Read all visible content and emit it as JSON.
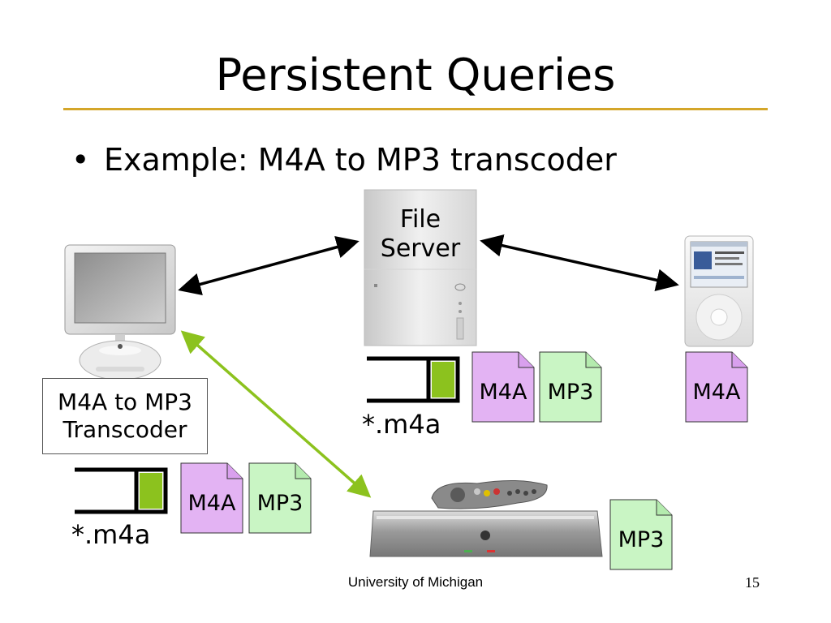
{
  "slide": {
    "title": "Persistent Queries",
    "bullet_symbol": "•",
    "bullet_text": "Example: M4A to MP3 transcoder",
    "footer": "University of Michigan",
    "page_number": "15",
    "accent_color": "#d4a62a"
  },
  "diagram": {
    "file_server_label_line1": "File",
    "file_server_label_line2": "Server",
    "transcoder_label_line1": "M4A to MP3",
    "transcoder_label_line2": "Transcoder",
    "query_filter_server": "*.m4a",
    "query_filter_client": "*.m4a",
    "server_docs": [
      {
        "label": "M4A",
        "color": "#e3b3f3"
      },
      {
        "label": "MP3",
        "color": "#c9f5c4"
      }
    ],
    "client_docs": [
      {
        "label": "M4A",
        "color": "#e3b3f3"
      },
      {
        "label": "MP3",
        "color": "#c9f5c4"
      }
    ],
    "ipod_doc": {
      "label": "M4A",
      "color": "#e3b3f3"
    },
    "tivo_doc": {
      "label": "MP3",
      "color": "#c9f5c4"
    },
    "link_color": "#000000",
    "transcode_link_color": "#8cc21e",
    "queue_fill_color": "#8cc21e",
    "icons": [
      "imac-computer-icon",
      "file-server-tower-icon",
      "ipod-icon",
      "tivo-receiver-icon",
      "remote-control-icon"
    ]
  }
}
